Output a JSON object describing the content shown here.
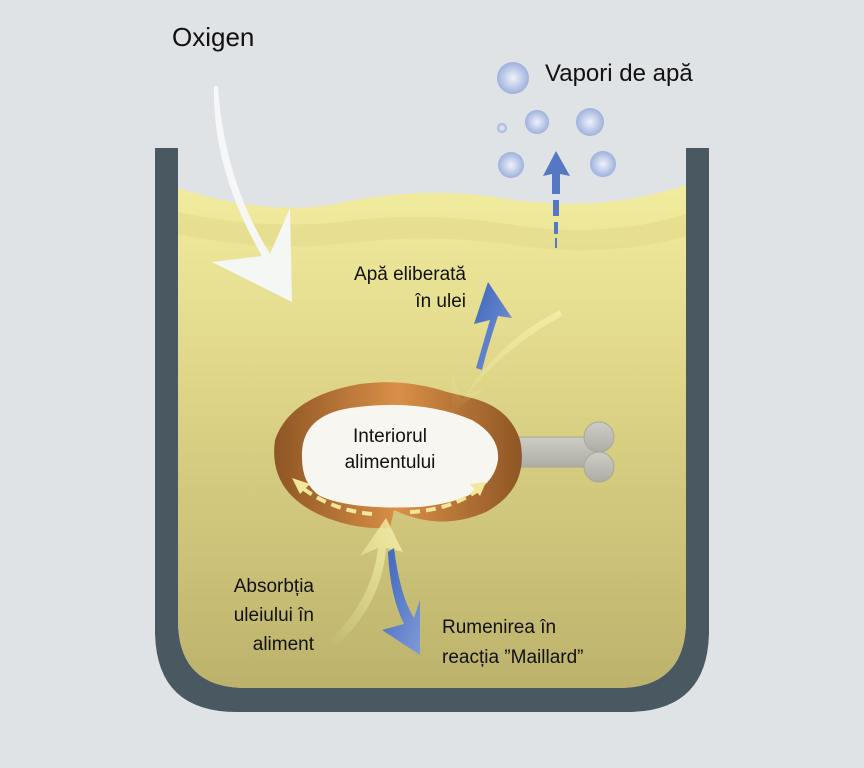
{
  "labels": {
    "oxygen": "Oxigen",
    "water_vapor": "Vapori de apă",
    "water_released": [
      "Apă eliberată",
      "în ulei"
    ],
    "food_interior": [
      "Interiorul",
      "alimentului"
    ],
    "oil_absorption": [
      "Absorbția",
      "uleiului în",
      "aliment"
    ],
    "maillard": [
      "Rumenirea în",
      "reacția ”Maillard”"
    ]
  },
  "colors": {
    "background": "#dfe3e6",
    "pot": "#4a5961",
    "oil_top": "#f1ea9a",
    "oil_bottom": "#bdb36e",
    "crust": "#9c6128",
    "crust_light": "#d88f47",
    "interior": "#f7f6f1",
    "bone": "#bebdb4",
    "blue_arrow": "#4a72c4",
    "yellow_arrow": "#f3ee9e",
    "oxygen_arrow": "#f6f8fa",
    "bubble": "#a9b9e0"
  }
}
